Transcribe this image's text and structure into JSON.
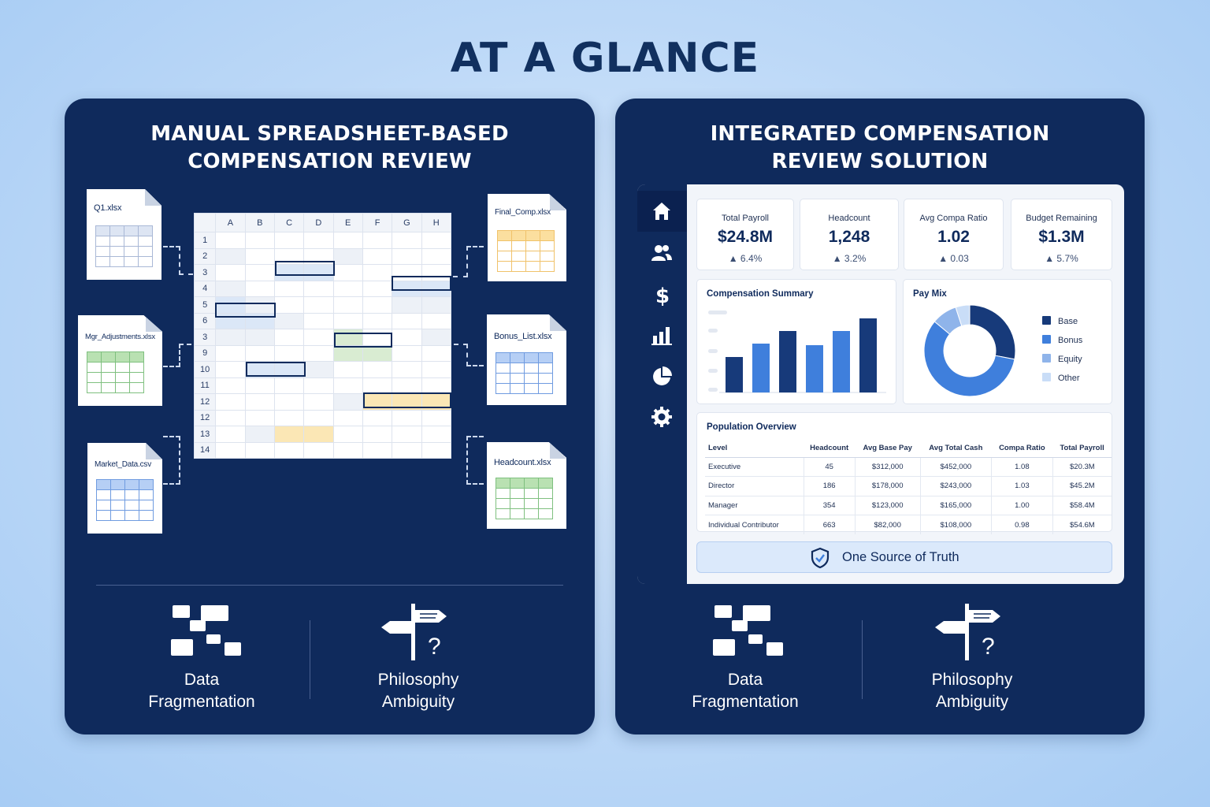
{
  "title": "AT A GLANCE",
  "left_panel": {
    "title_lines": [
      "MANUAL SPREADSHEET-BASED",
      "COMPENSATION REVIEW"
    ],
    "files": [
      {
        "name": "Q1.xlsx"
      },
      {
        "name": "Mgr_Adjustments.xlsx"
      },
      {
        "name": "Market_Data.csv"
      },
      {
        "name": "Final_Comp.xlsx"
      },
      {
        "name": "Bonus_List.xlsx"
      },
      {
        "name": "Headcount.xlsx"
      }
    ],
    "sheet": {
      "columns": [
        "A",
        "B",
        "C",
        "D",
        "E",
        "F",
        "G",
        "H"
      ],
      "rows": [
        "1",
        "2",
        "3",
        "4",
        "5",
        "6",
        "3",
        "9",
        "10",
        "11",
        "12",
        "12",
        "13",
        "14"
      ]
    },
    "issues": [
      {
        "line1": "Data",
        "line2": "Fragmentation",
        "icon": "fragmented-blocks-icon"
      },
      {
        "line1": "Philosophy",
        "line2": "Ambiguity",
        "icon": "signpost-question-icon"
      }
    ]
  },
  "right_panel": {
    "title_lines": [
      "INTEGRATED COMPENSATION",
      "REVIEW SOLUTION"
    ],
    "sidebar_icons": [
      "home-icon",
      "users-icon",
      "dollar-icon",
      "bar-chart-icon",
      "pie-chart-icon",
      "gear-icon"
    ],
    "kpis": [
      {
        "label": "Total Payroll",
        "value": "$24.8M",
        "delta": "▲ 6.4%"
      },
      {
        "label": "Headcount",
        "value": "1,248",
        "delta": "▲ 3.2%"
      },
      {
        "label": "Avg Compa Ratio",
        "value": "1.02",
        "delta": "▲ 0.03"
      },
      {
        "label": "Budget Remaining",
        "value": "$1.3M",
        "delta": "▲ 5.7%"
      }
    ],
    "compensation_summary": {
      "title": "Compensation Summary"
    },
    "pay_mix": {
      "title": "Pay Mix",
      "legend": [
        "Base",
        "Bonus",
        "Equity",
        "Other"
      ],
      "colors": [
        "#173a7a",
        "#3f7fdc",
        "#8fb4ea",
        "#c9ddf7"
      ]
    },
    "population": {
      "title": "Population Overview",
      "headers": [
        "Level",
        "Headcount",
        "Avg Base Pay",
        "Avg Total Cash",
        "Compa Ratio",
        "Total Payroll"
      ],
      "rows": [
        [
          "Executive",
          "45",
          "$312,000",
          "$452,000",
          "1.08",
          "$20.3M"
        ],
        [
          "Director",
          "186",
          "$178,000",
          "$243,000",
          "1.03",
          "$45.2M"
        ],
        [
          "Manager",
          "354",
          "$123,000",
          "$165,000",
          "1.00",
          "$58.4M"
        ],
        [
          "Individual Contributor",
          "663",
          "$82,000",
          "$108,000",
          "0.98",
          "$54.6M"
        ]
      ]
    },
    "truth_label": "One Source of Truth",
    "issues": [
      {
        "line1": "Data",
        "line2": "Fragmentation",
        "icon": "fragmented-blocks-icon"
      },
      {
        "line1": "Philosophy",
        "line2": "Ambiguity",
        "icon": "signpost-question-icon"
      }
    ]
  },
  "chart_data": [
    {
      "type": "bar",
      "title": "Compensation Summary",
      "categories": [
        "",
        "",
        "",
        "",
        "",
        ""
      ],
      "values": [
        45,
        62,
        78,
        60,
        78,
        94
      ],
      "ylim": [
        0,
        100
      ],
      "colors": [
        "#173a7a",
        "#3f7fdc",
        "#173a7a",
        "#3f7fdc",
        "#3f7fdc",
        "#173a7a"
      ]
    },
    {
      "type": "pie",
      "title": "Pay Mix",
      "categories": [
        "Base",
        "Bonus",
        "Equity",
        "Other"
      ],
      "values": [
        28,
        58,
        9,
        5
      ]
    }
  ]
}
